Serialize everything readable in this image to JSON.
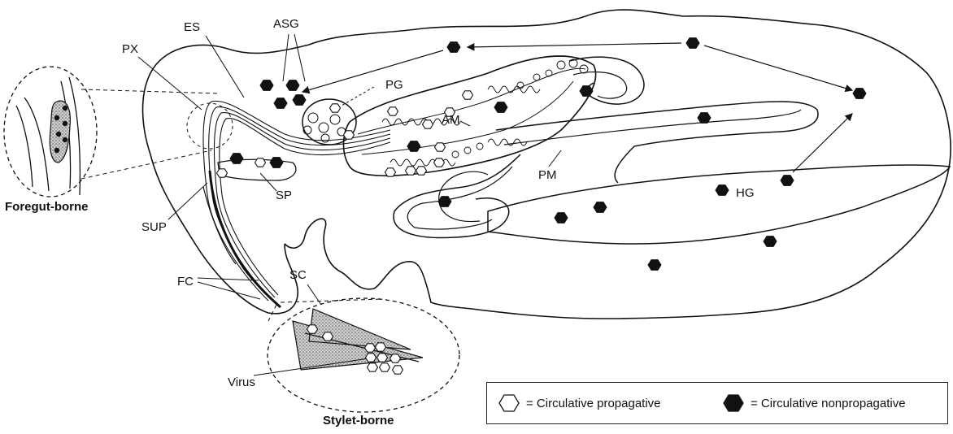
{
  "labels": {
    "es": "ES",
    "asg": "ASG",
    "px": "PX",
    "pg": "PG",
    "am": "AM",
    "pm": "PM",
    "hg": "HG",
    "sp": "SP",
    "sup": "SUP",
    "fc": "FC",
    "sc": "SC",
    "virus": "Virus"
  },
  "captions": {
    "foregut": "Foregut-borne",
    "stylet": "Stylet-borne"
  },
  "legend": {
    "propagative": "= Circulative propagative",
    "nonpropagative": "= Circulative nonpropagative"
  },
  "colors": {
    "ink": "#111111",
    "fill_dark": "#111111",
    "stipple": "#9a9a9a"
  }
}
